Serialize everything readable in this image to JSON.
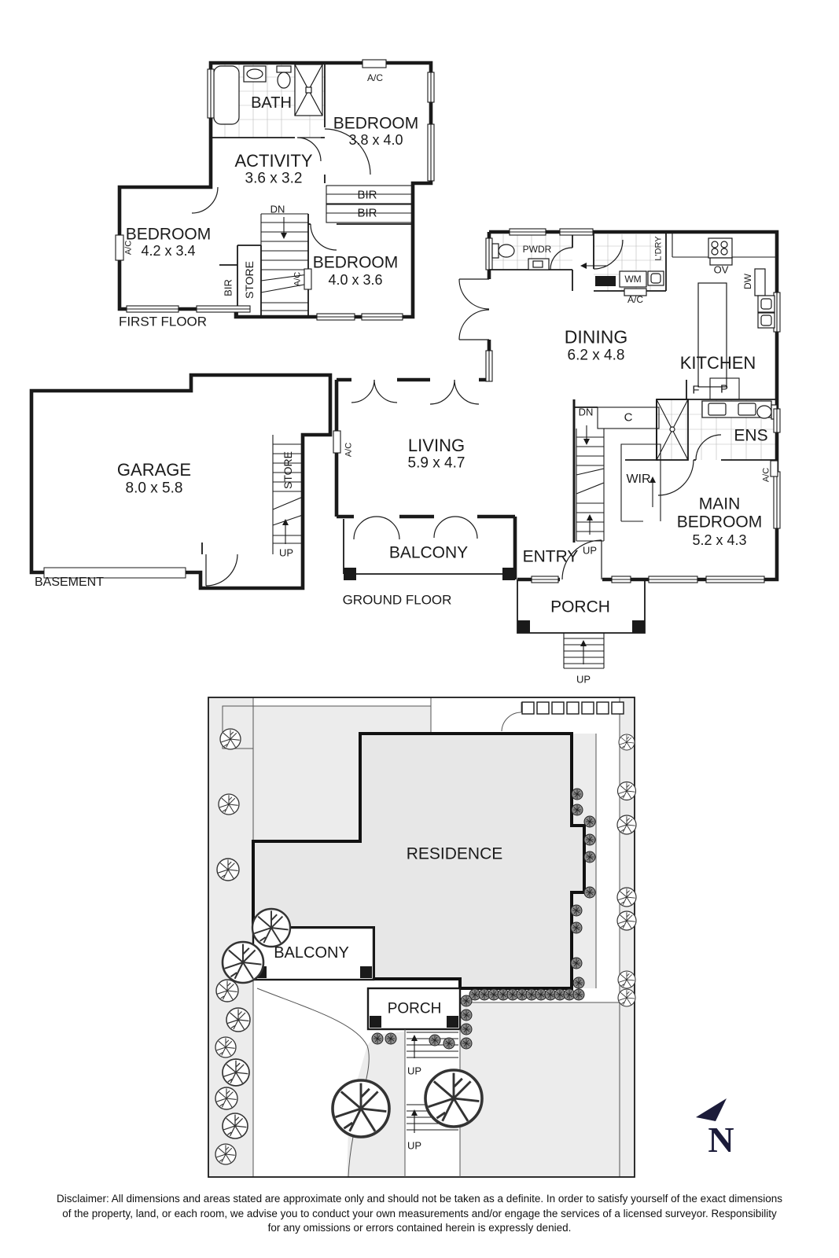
{
  "palette": {
    "ink": "#1a1a1a",
    "building_fill": "#e7e7e7",
    "ground_fill": "#ececec",
    "north_navy": "#1c1c3a"
  },
  "abbr": {
    "ac": "A/C",
    "bir": "BIR",
    "store": "STORE",
    "up": "UP",
    "dn": "DN",
    "wm": "WM",
    "ov": "OV",
    "dw": "DW",
    "f": "F",
    "p": "P",
    "c": "C",
    "pwdr": "PWDR",
    "ldry": "L'DRY",
    "ens": "ENS",
    "wir": "WIR"
  },
  "first_floor": {
    "label": "FIRST FLOOR",
    "bath": "BATH",
    "bedroom_top": {
      "name": "BEDROOM",
      "dims": "3.8 x 4.0"
    },
    "activity": {
      "name": "ACTIVITY",
      "dims": "3.6 x 3.2"
    },
    "bedroom_left": {
      "name": "BEDROOM",
      "dims": "4.2 x 3.4"
    },
    "bedroom_bottom": {
      "name": "BEDROOM",
      "dims": "4.0 x 3.6"
    }
  },
  "ground_floor": {
    "label": "GROUND FLOOR",
    "basement_label": "BASEMENT",
    "garage": {
      "name": "GARAGE",
      "dims": "8.0 x 5.8"
    },
    "living": {
      "name": "LIVING",
      "dims": "5.9 x 4.7"
    },
    "dining": {
      "name": "DINING",
      "dims": "6.2 x 4.8"
    },
    "kitchen": "KITCHEN",
    "main_bedroom": {
      "line1": "MAIN",
      "line2": "BEDROOM",
      "dims": "5.2 x 4.3"
    },
    "entry": "ENTRY",
    "porch": "PORCH",
    "balcony": "BALCONY"
  },
  "site": {
    "residence": "RESIDENCE",
    "balcony": "BALCONY",
    "porch": "PORCH",
    "north": "N"
  },
  "disclaimer": {
    "line1": "Disclaimer: All dimensions and areas stated are approximate only and should not be taken as a definite. In order to satisfy yourself of the exact dimensions",
    "line2": "of the property, land, or each room, we advise you to conduct your own measurements and/or engage the services of a licensed surveyor. Responsibility",
    "line3": "for any omissions or errors contained herein is expressly denied."
  }
}
